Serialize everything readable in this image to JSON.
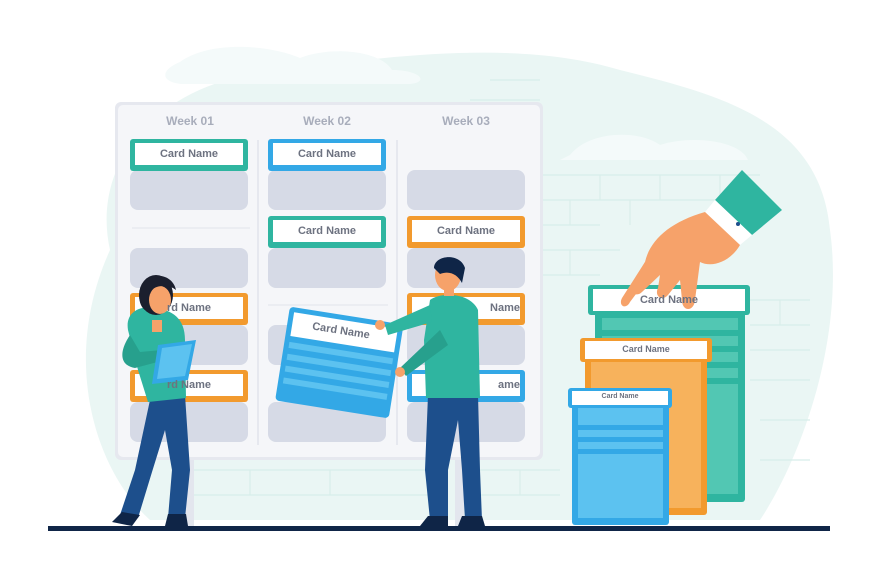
{
  "board": {
    "weeks": [
      "Week 01",
      "Week 02",
      "Week 03"
    ],
    "card_label": "Card Name"
  },
  "cards": {
    "week1_top": "Card Name",
    "week1_mid": "rd Name",
    "week1_bottom": "rd Name",
    "week2_top": "Card Name",
    "week2_second": "Card Name",
    "held_card": "Card Name",
    "week3_second": "Card Name",
    "week3_third": "Name",
    "week3_bottom": "ame"
  },
  "stacks": {
    "teal": "Card Name",
    "orange": "Card Name",
    "blue": "Card Name"
  },
  "colors": {
    "teal": "#2fb5a0",
    "blue": "#33a8e6",
    "orange": "#f29a2e",
    "navy": "#0f2547",
    "skin": "#f6a26a"
  }
}
